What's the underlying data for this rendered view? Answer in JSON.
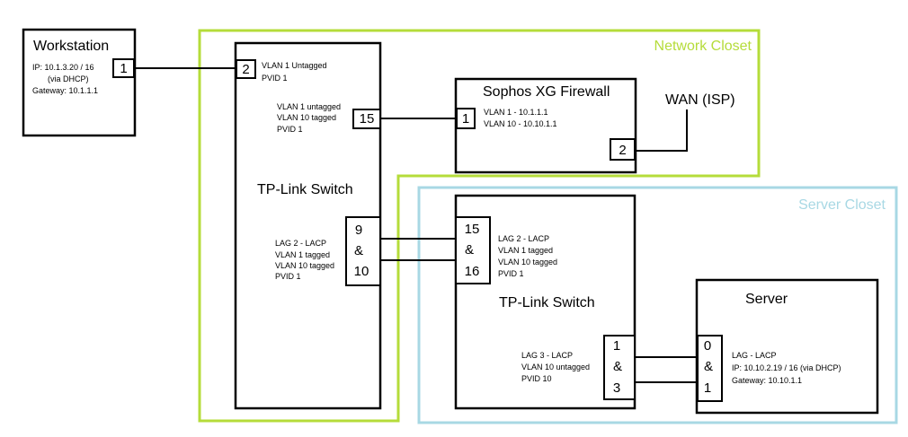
{
  "zones": {
    "network_closet": {
      "label": "Network Closet",
      "color": "#b5dc3a"
    },
    "server_closet": {
      "label": "Server Closet",
      "color": "#a8d8e4"
    }
  },
  "workstation": {
    "title": "Workstation",
    "info": [
      "IP: 10.1.3.20 / 16",
      "(via DHCP)",
      "Gateway: 10.1.1.1"
    ],
    "port": "1"
  },
  "switch_network": {
    "title": "TP-Link Switch",
    "port_2": {
      "label": "2",
      "info": [
        "VLAN 1 Untagged",
        "PVID 1"
      ]
    },
    "port_15": {
      "label": "15",
      "info": [
        "VLAN 1 untagged",
        "VLAN 10 tagged",
        "PVID 1"
      ]
    },
    "lag": {
      "label": [
        "9",
        "&",
        "10"
      ],
      "info": [
        "LAG 2 - LACP",
        "VLAN 1 tagged",
        "VLAN 10 tagged",
        "PVID 1"
      ]
    }
  },
  "firewall": {
    "title": "Sophos XG Firewall",
    "port_1": "1",
    "port_2": "2",
    "info": [
      "VLAN 1 - 10.1.1.1",
      "VLAN 10 - 10.10.1.1"
    ]
  },
  "wan": {
    "label": "WAN (ISP)"
  },
  "switch_server": {
    "title": "TP-Link Switch",
    "lag_top": {
      "label": [
        "15",
        "&",
        "16"
      ],
      "info": [
        "LAG 2 - LACP",
        "VLAN 1 tagged",
        "VLAN 10 tagged",
        "PVID 1"
      ]
    },
    "lag_bottom": {
      "label": [
        "1",
        "&",
        "3"
      ],
      "info": [
        "LAG 3 - LACP",
        "VLAN 10 untagged",
        "PVID 10"
      ]
    }
  },
  "server": {
    "title": "Server",
    "port": [
      "0",
      "&",
      "1"
    ],
    "info": [
      "LAG  - LACP",
      "IP:  10.10.2.19 / 16 (via DHCP)",
      "Gateway: 10.10.1.1"
    ]
  }
}
